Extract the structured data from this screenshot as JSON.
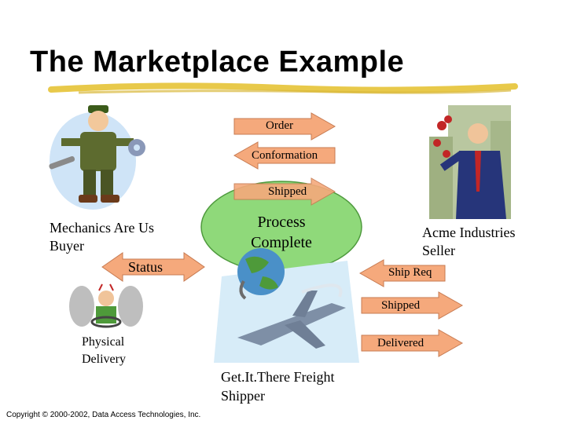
{
  "slide": {
    "title": "The Marketplace Example",
    "copyright": "Copyright © 2000-2002, Data Access Technologies, Inc."
  },
  "arrows": {
    "order": "Order",
    "conformation": "Conformation",
    "shipped_top": "Shipped",
    "status": "Status",
    "ship_req": "Ship Req",
    "shipped_right": "Shipped",
    "delivered": "Delivered"
  },
  "process": {
    "line1": "Process",
    "line2": "Complete"
  },
  "parties": {
    "buyer_line1": "Mechanics Are Us",
    "buyer_line2": "Buyer",
    "seller_line1": "Acme Industries",
    "seller_line2": "Seller",
    "delivery_line1": "Physical",
    "delivery_line2": "Delivery",
    "shipper_line1": "Get.It.There Freight",
    "shipper_line2": "Shipper"
  },
  "icons": [
    "mechanic-clipart-icon",
    "businessman-clipart-icon",
    "frustrated-driver-clipart-icon",
    "airplane-globe-clipart-icon"
  ],
  "colors": {
    "arrow_fill": "#F5A97C",
    "ellipse_fill": "#8FD97A",
    "title_underline": "#E8C94A"
  }
}
